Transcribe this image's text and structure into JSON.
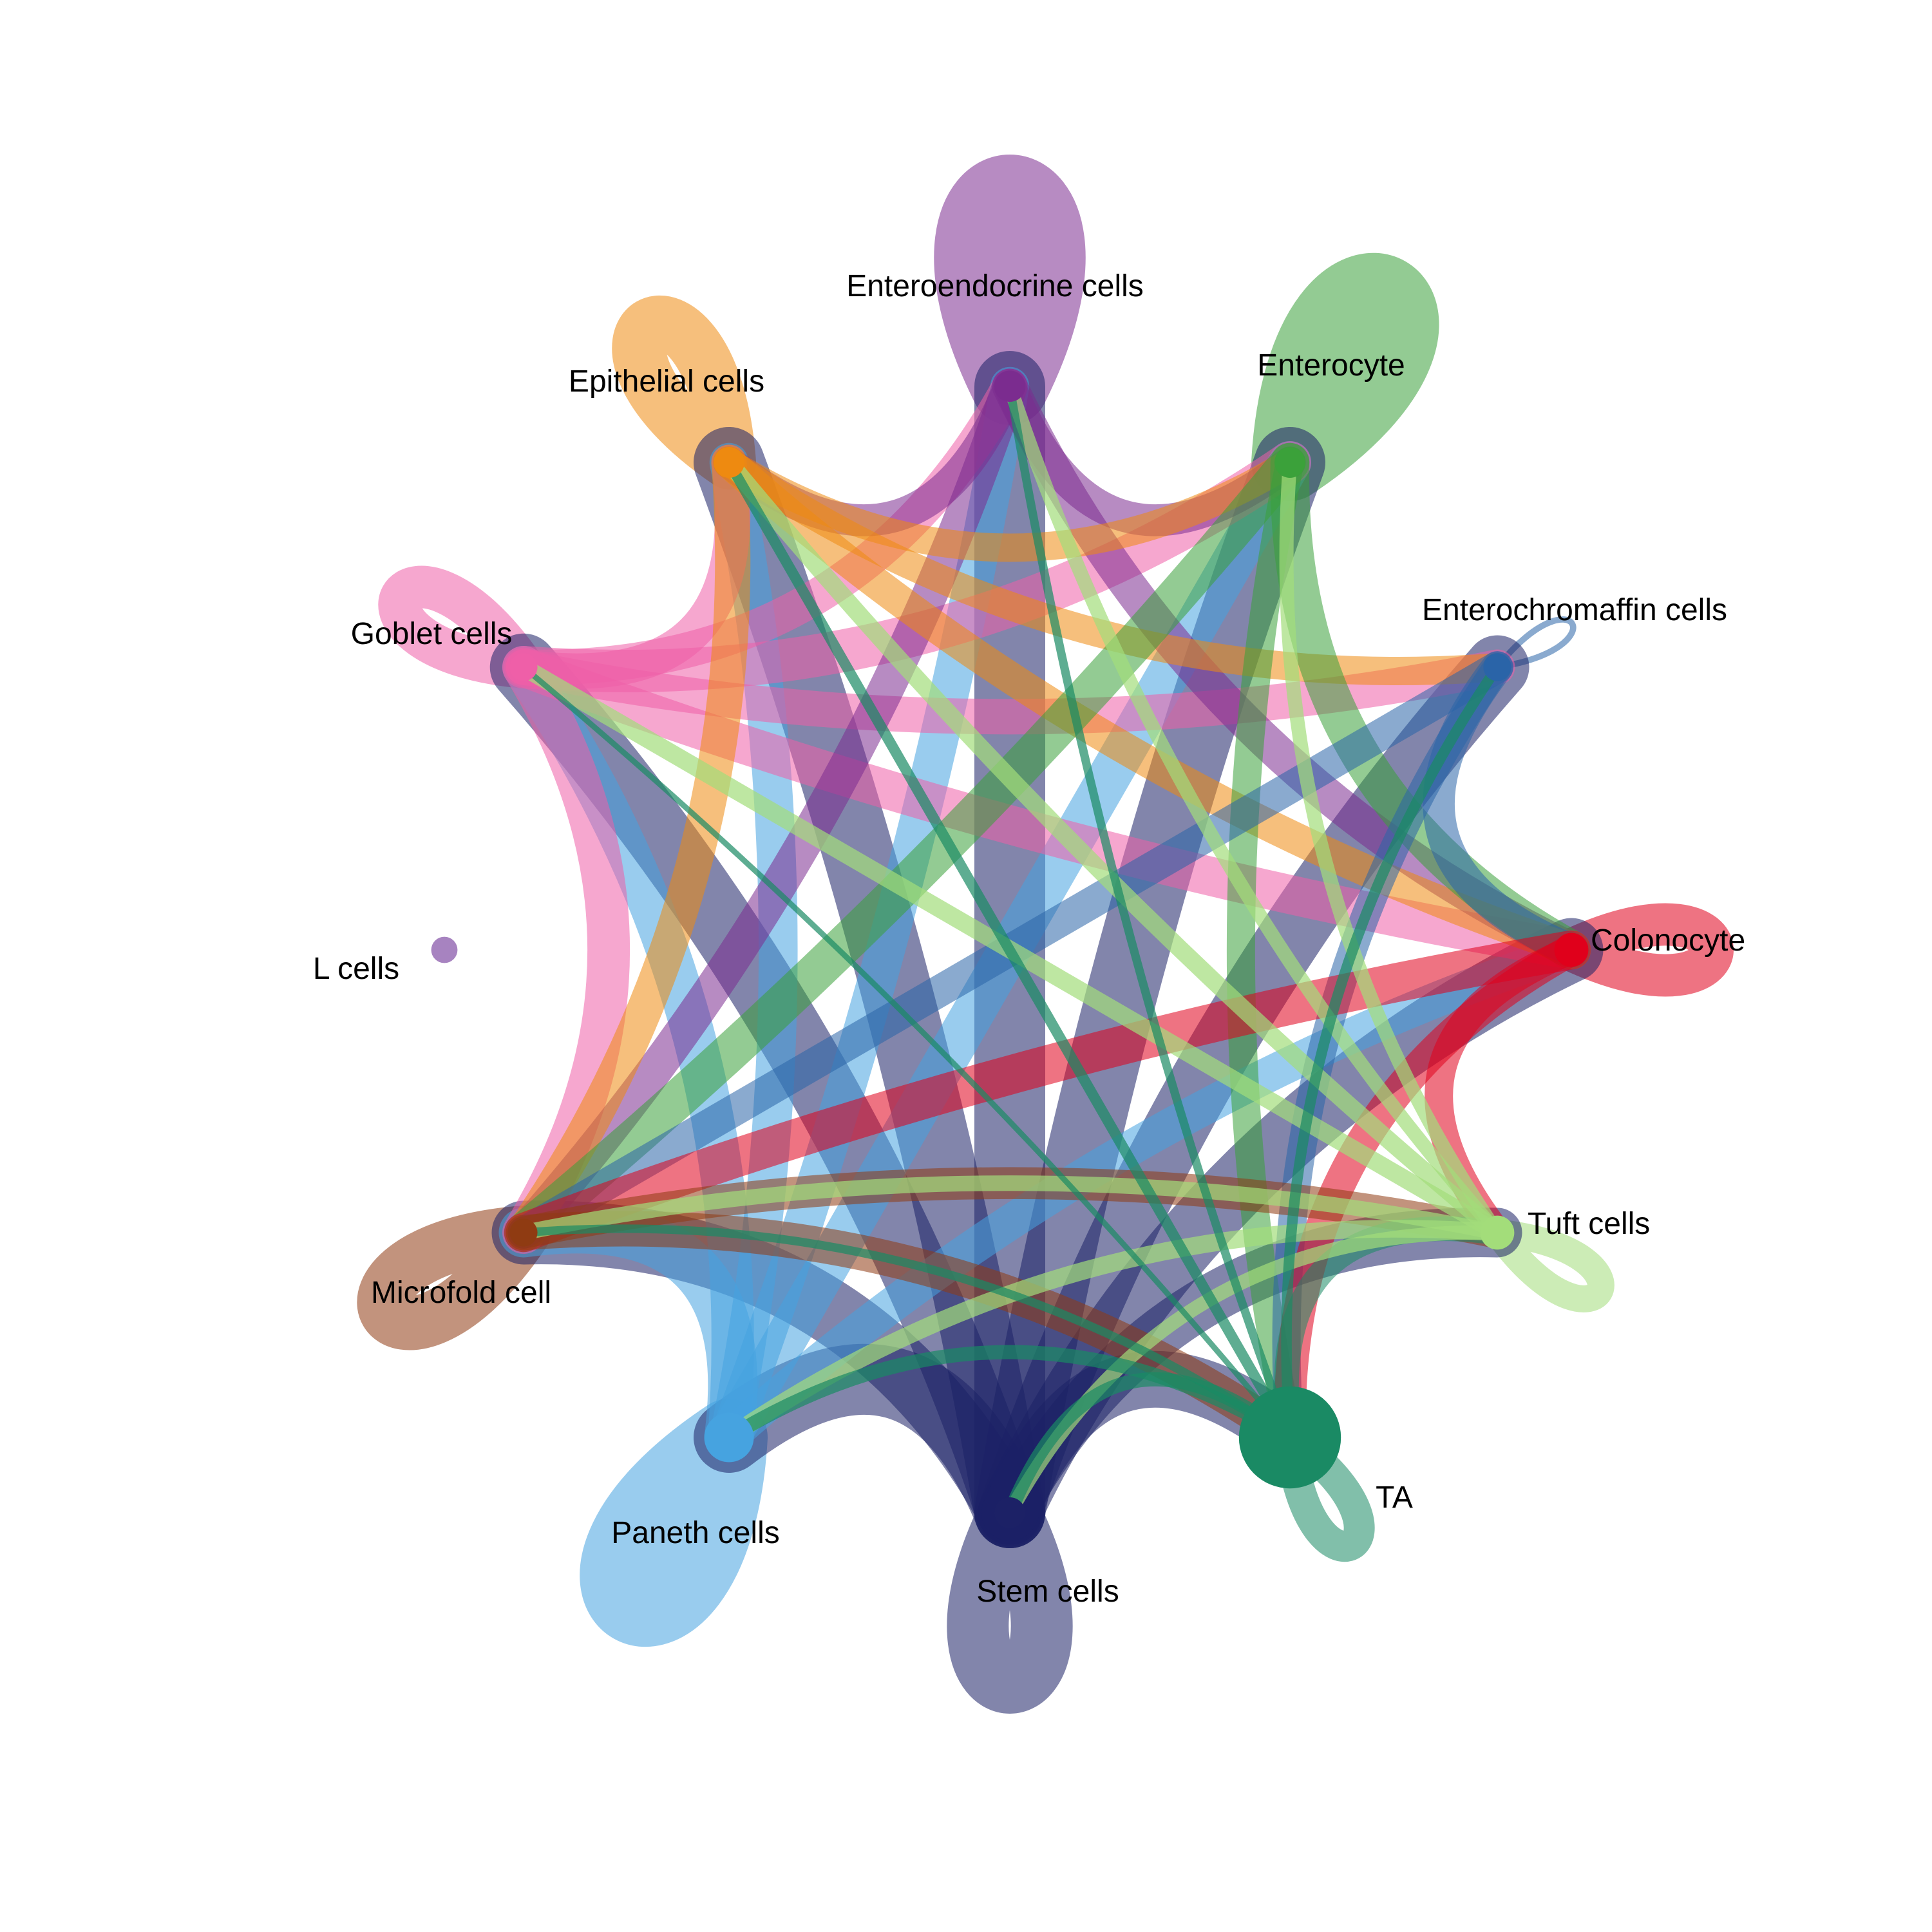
{
  "nodes": [
    {
      "id": "enteroendocrine",
      "label": "Enteroendocrine cells",
      "color": "#7B2C8F",
      "size": 1.0,
      "self_loop": 1.0
    },
    {
      "id": "enterocyte",
      "label": "Enterocyte",
      "color": "#3BA13A",
      "size": 1.0,
      "self_loop": 1.0
    },
    {
      "id": "enterochromaffin",
      "label": "Enterochromaffin cells",
      "color": "#2A64A8",
      "size": 0.9,
      "self_loop": 0.08
    },
    {
      "id": "colonocyte",
      "label": "Colonocyte",
      "color": "#E0001B",
      "size": 1.1,
      "self_loop": 0.55
    },
    {
      "id": "tuft",
      "label": "Tuft cells",
      "color": "#A3DD7A",
      "size": 1.1,
      "self_loop": 0.35
    },
    {
      "id": "ta",
      "label": "TA",
      "color": "#1A8A64",
      "size": 3.3,
      "self_loop": 0.4
    },
    {
      "id": "stem",
      "label": "Stem cells",
      "color": "#1C2166",
      "size": 1.0,
      "self_loop": 0.8
    },
    {
      "id": "paneth",
      "label": "Paneth cells",
      "color": "#46A3E0",
      "size": 1.6,
      "self_loop": 1.0
    },
    {
      "id": "microfold",
      "label": "Microfold cell",
      "color": "#8F3B12",
      "size": 0.9,
      "self_loop": 0.7
    },
    {
      "id": "lcells",
      "label": "L cells",
      "color": "#A783C0",
      "size": 0.85,
      "self_loop": 0
    },
    {
      "id": "goblet",
      "label": "Goblet cells",
      "color": "#EF5FA8",
      "size": 0.9,
      "self_loop": 0.55
    },
    {
      "id": "epithelial",
      "label": "Epithelial cells",
      "color": "#EE8A10",
      "size": 1.0,
      "self_loop": 0.7
    }
  ],
  "edges": [
    {
      "source": "stem",
      "target": "epithelial",
      "weight": 1.0
    },
    {
      "source": "stem",
      "target": "enteroendocrine",
      "weight": 1.0
    },
    {
      "source": "stem",
      "target": "enterocyte",
      "weight": 1.0
    },
    {
      "source": "stem",
      "target": "goblet",
      "weight": 0.95
    },
    {
      "source": "stem",
      "target": "enterochromaffin",
      "weight": 0.9
    },
    {
      "source": "stem",
      "target": "colonocyte",
      "weight": 0.9
    },
    {
      "source": "stem",
      "target": "tuft",
      "weight": 0.7
    },
    {
      "source": "stem",
      "target": "microfold",
      "weight": 0.9
    },
    {
      "source": "stem",
      "target": "paneth",
      "weight": 1.0
    },
    {
      "source": "stem",
      "target": "ta",
      "weight": 0.8
    },
    {
      "source": "paneth",
      "target": "goblet",
      "weight": 0.6
    },
    {
      "source": "paneth",
      "target": "epithelial",
      "weight": 0.55
    },
    {
      "source": "paneth",
      "target": "enteroendocrine",
      "weight": 0.55
    },
    {
      "source": "paneth",
      "target": "enterocyte",
      "weight": 0.6
    },
    {
      "source": "paneth",
      "target": "colonocyte",
      "weight": 0.5
    },
    {
      "source": "paneth",
      "target": "microfold",
      "weight": 0.7
    },
    {
      "source": "goblet",
      "target": "enterocyte",
      "weight": 0.6
    },
    {
      "source": "goblet",
      "target": "colonocyte",
      "weight": 0.55
    },
    {
      "source": "goblet",
      "target": "enterochromaffin",
      "weight": 0.5
    },
    {
      "source": "goblet",
      "target": "epithelial",
      "weight": 0.5
    },
    {
      "source": "goblet",
      "target": "enteroendocrine",
      "weight": 0.5
    },
    {
      "source": "goblet",
      "target": "microfold",
      "weight": 0.6
    },
    {
      "source": "enteroendocrine",
      "target": "colonocyte",
      "weight": 0.5
    },
    {
      "source": "enteroendocrine",
      "target": "enterocyte",
      "weight": 0.45
    },
    {
      "source": "enteroendocrine",
      "target": "epithelial",
      "weight": 0.45
    },
    {
      "source": "enteroendocrine",
      "target": "microfold",
      "weight": 0.5
    },
    {
      "source": "epithelial",
      "target": "colonocyte",
      "weight": 0.45
    },
    {
      "source": "epithelial",
      "target": "enterochromaffin",
      "weight": 0.4
    },
    {
      "source": "epithelial",
      "target": "microfold",
      "weight": 0.5
    },
    {
      "source": "epithelial",
      "target": "enterocyte",
      "weight": 0.4
    },
    {
      "source": "enterocyte",
      "target": "colonocyte",
      "weight": 0.55
    },
    {
      "source": "enterocyte",
      "target": "microfold",
      "weight": 0.55
    },
    {
      "source": "enterocyte",
      "target": "ta",
      "weight": 0.4
    },
    {
      "source": "enterochromaffin",
      "target": "colonocyte",
      "weight": 0.45
    },
    {
      "source": "enterochromaffin",
      "target": "microfold",
      "weight": 0.45
    },
    {
      "source": "enterochromaffin",
      "target": "ta",
      "weight": 0.4
    },
    {
      "source": "colonocyte",
      "target": "microfold",
      "weight": 0.55
    },
    {
      "source": "colonocyte",
      "target": "ta",
      "weight": 0.45
    },
    {
      "source": "colonocyte",
      "target": "tuft",
      "weight": 0.4
    },
    {
      "source": "microfold",
      "target": "ta",
      "weight": 0.5
    },
    {
      "source": "microfold",
      "target": "tuft",
      "weight": 0.45
    },
    {
      "source": "ta",
      "target": "tuft",
      "weight": 0.35
    },
    {
      "source": "tuft",
      "target": "goblet",
      "weight": 0.25
    },
    {
      "source": "tuft",
      "target": "epithelial",
      "weight": 0.25
    },
    {
      "source": "tuft",
      "target": "enteroendocrine",
      "weight": 0.2
    },
    {
      "source": "tuft",
      "target": "enterocyte",
      "weight": 0.2
    },
    {
      "source": "tuft",
      "target": "paneth",
      "weight": 0.25
    },
    {
      "source": "tuft",
      "target": "stem",
      "weight": 0.2
    },
    {
      "source": "tuft",
      "target": "microfold",
      "weight": 0.22
    },
    {
      "source": "ta",
      "target": "paneth",
      "weight": 0.2
    },
    {
      "source": "ta",
      "target": "stem",
      "weight": 0.2
    },
    {
      "source": "ta",
      "target": "enteroendocrine",
      "weight": 0.12
    },
    {
      "source": "ta",
      "target": "epithelial",
      "weight": 0.15
    },
    {
      "source": "ta",
      "target": "enterochromaffin",
      "weight": 0.15
    },
    {
      "source": "ta",
      "target": "microfold",
      "weight": 0.12
    },
    {
      "source": "ta",
      "target": "goblet",
      "weight": 0.08
    }
  ]
}
